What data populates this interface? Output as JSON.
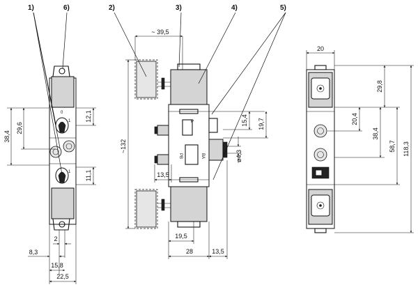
{
  "callouts": {
    "c1": "1)",
    "c6": "6)",
    "c2": "2)",
    "c3": "3)",
    "c4": "4)",
    "c5": "5)"
  },
  "left_view": {
    "dim_38_4": "38,4",
    "dim_29_6": "29,6",
    "dim_12_1": "12,1",
    "dim_11_1": "11,1",
    "dim_2": "2",
    "dim_8_3": "8,3",
    "dim_15_8": "15,8",
    "dim_22_5": "22,5",
    "label_0": "0",
    "label_1a": "1",
    "label_1b": "1"
  },
  "front_view": {
    "dim_39_5": "~ 39,5",
    "dim_132": "~132",
    "dim_15_4": "15,4",
    "dim_19_7": "19,7",
    "dim_4_3": "ø4,3",
    "dim_13_5_left": "13,5",
    "dim_19_5": "19,5",
    "dim_28": "28",
    "dim_13_5_right": "13,5",
    "port_ba": "BA",
    "port_pb": "PB",
    "label_p": "P"
  },
  "right_view": {
    "dim_20": "20",
    "dim_29_8": "29,8",
    "dim_20_4": "20,4",
    "dim_38_4": "38,4",
    "dim_58_7": "58,7",
    "dim_118_3": "118,3"
  }
}
